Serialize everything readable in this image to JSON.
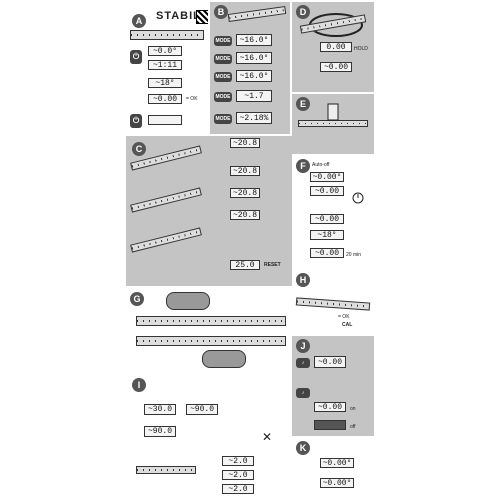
{
  "brand": {
    "name": "STABILA"
  },
  "panels": {
    "A": {
      "letter": "A",
      "d1": "~0.0°",
      "d2": "~1:11",
      "d3": "~18°",
      "d4": "~0.00",
      "ok": "= OK",
      "btn": "⏻"
    },
    "B": {
      "letter": "B",
      "d1": "~16.0°",
      "d2": "~16.0°",
      "d3": "~16.0°",
      "d4": "~1.7",
      "d5": "~2.18%",
      "btn": "MODE"
    },
    "C": {
      "letter": "C",
      "d1": "~20.8",
      "d2": "~20.8",
      "d3": "~20.8",
      "d4": "~20.8",
      "d5": "25.0",
      "reset": "RESET"
    },
    "D": {
      "letter": "D",
      "d1": "0.00",
      "d2": "~0.00",
      "hold": "HOLD"
    },
    "E": {
      "letter": "E"
    },
    "F": {
      "letter": "F",
      "auto": "Auto-off",
      "d1": "~0.00°",
      "d2": "~0.00",
      "d3": "~0.00",
      "d4": "~18°",
      "d5": "~0.00",
      "mins": "20 min"
    },
    "G": {
      "letter": "G"
    },
    "H": {
      "letter": "H",
      "ok": "= OK",
      "cal": "CAL"
    },
    "I": {
      "letter": "I",
      "d1": "~30.0",
      "d2": "~90.0",
      "d3": "~90.0",
      "d4": "~2.0",
      "d5": "~2.0",
      "d6": "~2.0"
    },
    "J": {
      "letter": "J",
      "d1": "~0.00",
      "d2": "~0.00",
      "on": "on",
      "off": "off"
    },
    "K": {
      "letter": "K",
      "d1": "~0.00°",
      "d2": "~0.00°"
    }
  },
  "icons": [
    "power-icon",
    "sound-icon",
    "rotate-arrow-icon",
    "timer-icon",
    "mute-icon"
  ]
}
